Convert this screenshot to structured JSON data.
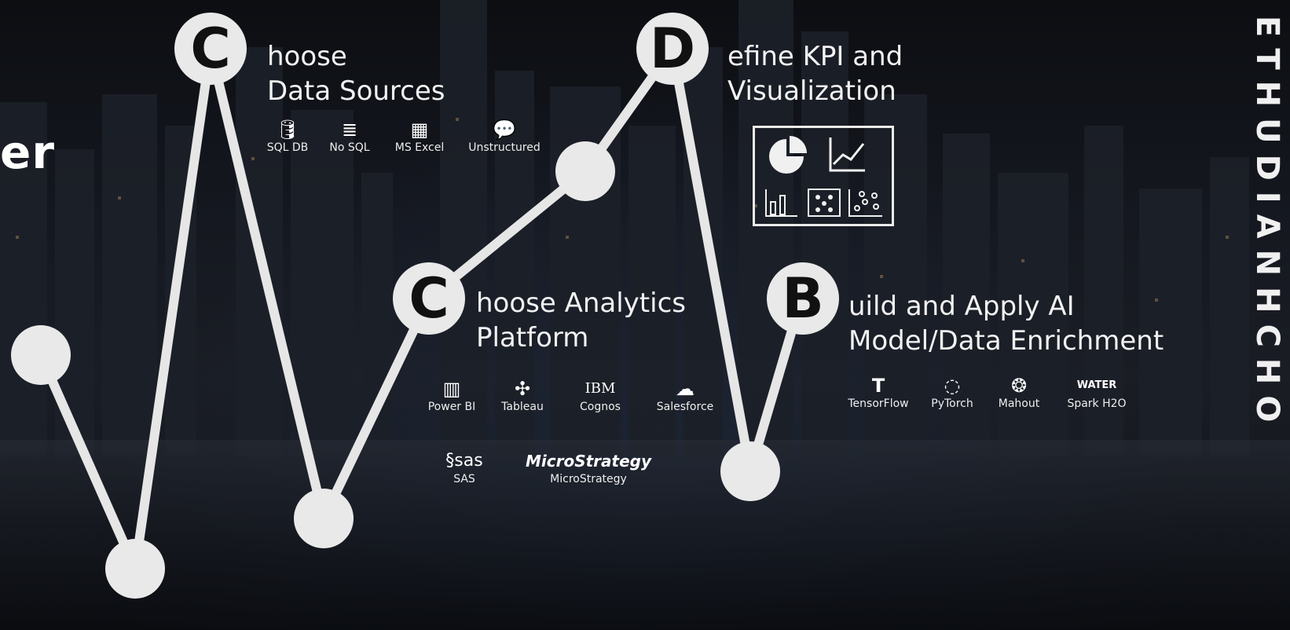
{
  "left_fragment": "er",
  "vertical_text": "ETHUDIANHCHO",
  "steps": [
    {
      "letter": "C",
      "heading_line1": "hoose",
      "heading_line2": "Data Sources",
      "tools": [
        {
          "icon": "sql-database-icon",
          "glyph": "🛢",
          "label": "SQL DB"
        },
        {
          "icon": "database-icon",
          "glyph": "≣",
          "label": "No SQL"
        },
        {
          "icon": "excel-icon",
          "glyph": "▦",
          "label": "MS Excel"
        },
        {
          "icon": "chat-bubbles-icon",
          "glyph": "💬",
          "label": "Unstructured"
        }
      ]
    },
    {
      "letter": "C",
      "heading_line1": "hoose Analytics",
      "heading_line2": "Platform",
      "tools": [
        {
          "icon": "powerbi-icon",
          "glyph": "▥",
          "label": "Power BI"
        },
        {
          "icon": "tableau-icon",
          "glyph": "✣",
          "label": "Tableau"
        },
        {
          "icon": "ibm-cognos-icon",
          "glyph": "IBM",
          "label": "Cognos"
        },
        {
          "icon": "salesforce-icon",
          "glyph": "☁",
          "label": "Salesforce"
        },
        {
          "icon": "sas-logo",
          "glyph": "§sas",
          "label": "SAS"
        },
        {
          "icon": "microstrategy-logo",
          "glyph": "MicroStrategy",
          "label": "MicroStrategy"
        }
      ]
    },
    {
      "letter": "D",
      "heading_line1": "efine KPI and",
      "heading_line2": "Visualization"
    },
    {
      "letter": "B",
      "heading_line1": "uild and Apply AI",
      "heading_line2": "Model/Data Enrichment",
      "tools": [
        {
          "icon": "tensorflow-icon",
          "glyph": "T",
          "label": "TensorFlow"
        },
        {
          "icon": "pytorch-icon",
          "glyph": "◌",
          "label": "PyTorch"
        },
        {
          "icon": "mahout-icon",
          "glyph": "❂",
          "label": "Mahout"
        },
        {
          "icon": "sparkling-water-icon",
          "glyph": "WATER",
          "label": "Spark H2O"
        }
      ]
    }
  ],
  "colors": {
    "node": "#e9e9e9",
    "line": "#e6e6e6",
    "text": "#f2f2f2"
  }
}
